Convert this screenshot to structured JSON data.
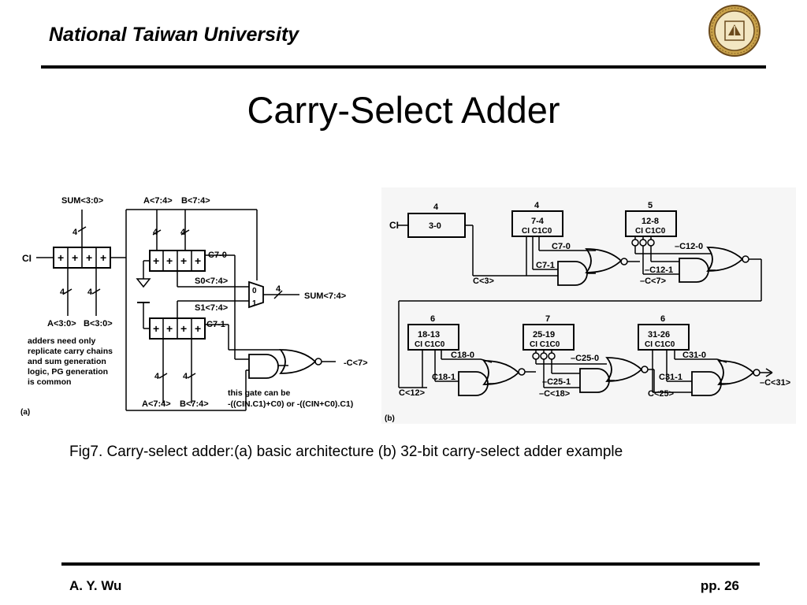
{
  "header": {
    "university": "National Taiwan University"
  },
  "slide": {
    "title": "Carry-Select Adder"
  },
  "figure": {
    "caption": "Fig7. Carry-select adder:(a) basic architecture (b) 32-bit carry-select adder example",
    "part_a": {
      "tag": "(a)",
      "sum_low": "SUM<3:0>",
      "a_high_top": "A<7:4>",
      "b_high_top": "B<7:4>",
      "width_4": "4",
      "ci": "CI",
      "plus": "+",
      "c7_0": "C7-0",
      "s0": "S0<7:4>",
      "s1": "S1<7:4>",
      "c7_1": "C7-1",
      "mux_0": "0",
      "mux_1": "1",
      "sum_high": "SUM<7:4>",
      "a_low": "A<3:0>",
      "b_low": "B<3:0>",
      "note": [
        "adders need only",
        "replicate carry chains",
        "and sum generation",
        "logic, PG generation",
        "is common"
      ],
      "c7_out": "-C<7>",
      "gate_note": [
        "this gate can be",
        "-((CIN.C1)+C0) or -((CIN+C0).C1)"
      ],
      "a_high_bottom": "A<7:4>",
      "b_high_bottom": "B<7:4>"
    },
    "part_b": {
      "tag": "(b)",
      "ci": "CI",
      "blocks": [
        {
          "width": "4",
          "range": "3-0",
          "ports": ""
        },
        {
          "width": "4",
          "range": "7-4",
          "ports": "CI C1C0"
        },
        {
          "width": "5",
          "range": "12-8",
          "ports": "CI C1C0"
        },
        {
          "width": "6",
          "range": "18-13",
          "ports": "CI C1C0"
        },
        {
          "width": "7",
          "range": "25-19",
          "ports": "CI C1C0"
        },
        {
          "width": "6",
          "range": "31-26",
          "ports": "CI C1C0"
        }
      ],
      "c3": "C<3>",
      "c7_0": "C7-0",
      "c7_1": "C7-1",
      "c12_0": "–C12-0",
      "c12_1": "–C12-1",
      "c7": "–C<7>",
      "c12": "C<12>",
      "c18_0": "C18-0",
      "c18_1": "C18-1",
      "c25_0": "–C25-0",
      "c25_1": "–C25-1",
      "c18": "–C<18>",
      "c31_0": "C31-0",
      "c31_1": "C31-1",
      "c25": "C<25>",
      "c31": "–C<31>"
    }
  },
  "footer": {
    "author": "A. Y. Wu",
    "page": "pp. 26"
  },
  "colors": {
    "seal_gold": "#c9a24a",
    "seal_dark": "#6b4a1c",
    "scan_bg": "#f6f6f6"
  }
}
